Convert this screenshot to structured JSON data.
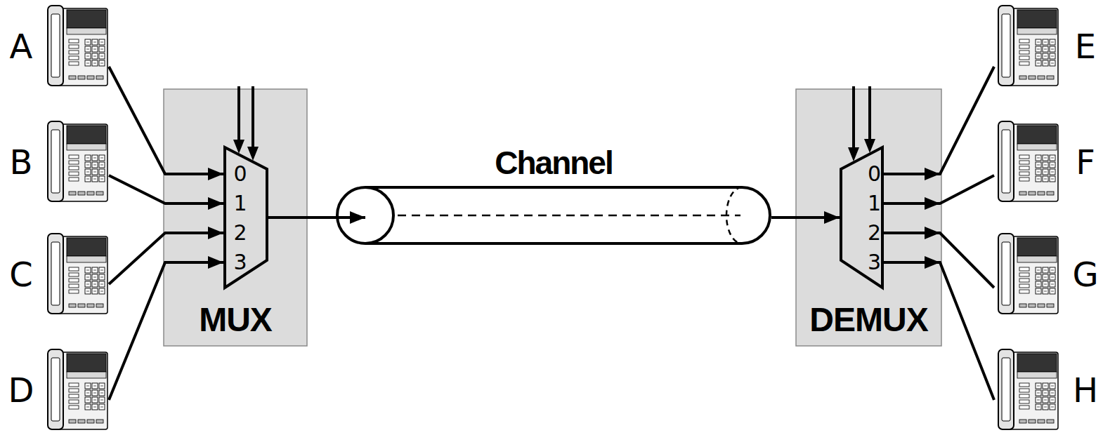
{
  "diagram": {
    "nodes": [
      {
        "text": [
          "A"
        ]
      },
      {
        "text": [
          "B"
        ]
      },
      {
        "text": [
          "C"
        ]
      },
      {
        "text": [
          "D"
        ]
      },
      {
        "text": [
          "MUX"
        ]
      },
      {
        "text": [
          "0",
          "1",
          "2",
          "3"
        ],
        "in": 4
      },
      {
        "text": [
          "Channel"
        ]
      },
      {
        "text": [
          "DEMUX"
        ]
      },
      {
        "text": [
          "0",
          "1",
          "2",
          "3"
        ],
        "in": 7
      },
      {
        "text": [
          "E"
        ]
      },
      {
        "text": [
          "F"
        ]
      },
      {
        "text": [
          "G"
        ]
      },
      {
        "text": [
          "H"
        ]
      }
    ],
    "edges": [
      {
        "from": 0,
        "to": 5,
        "arrow": "to"
      },
      {
        "from": 1,
        "to": 5,
        "arrow": "to"
      },
      {
        "from": 2,
        "to": 5,
        "arrow": "to"
      },
      {
        "from": 3,
        "to": 5,
        "arrow": "to"
      },
      {
        "from": 5,
        "to": 6,
        "arrow": "to"
      },
      {
        "from": 6,
        "to": 8,
        "arrow": "to"
      },
      {
        "from": 8,
        "to": 9,
        "arrow": "to"
      },
      {
        "from": 8,
        "to": 10,
        "arrow": "to"
      },
      {
        "from": 8,
        "to": 11,
        "arrow": "to"
      },
      {
        "from": 8,
        "to": 12,
        "arrow": "to"
      }
    ]
  }
}
